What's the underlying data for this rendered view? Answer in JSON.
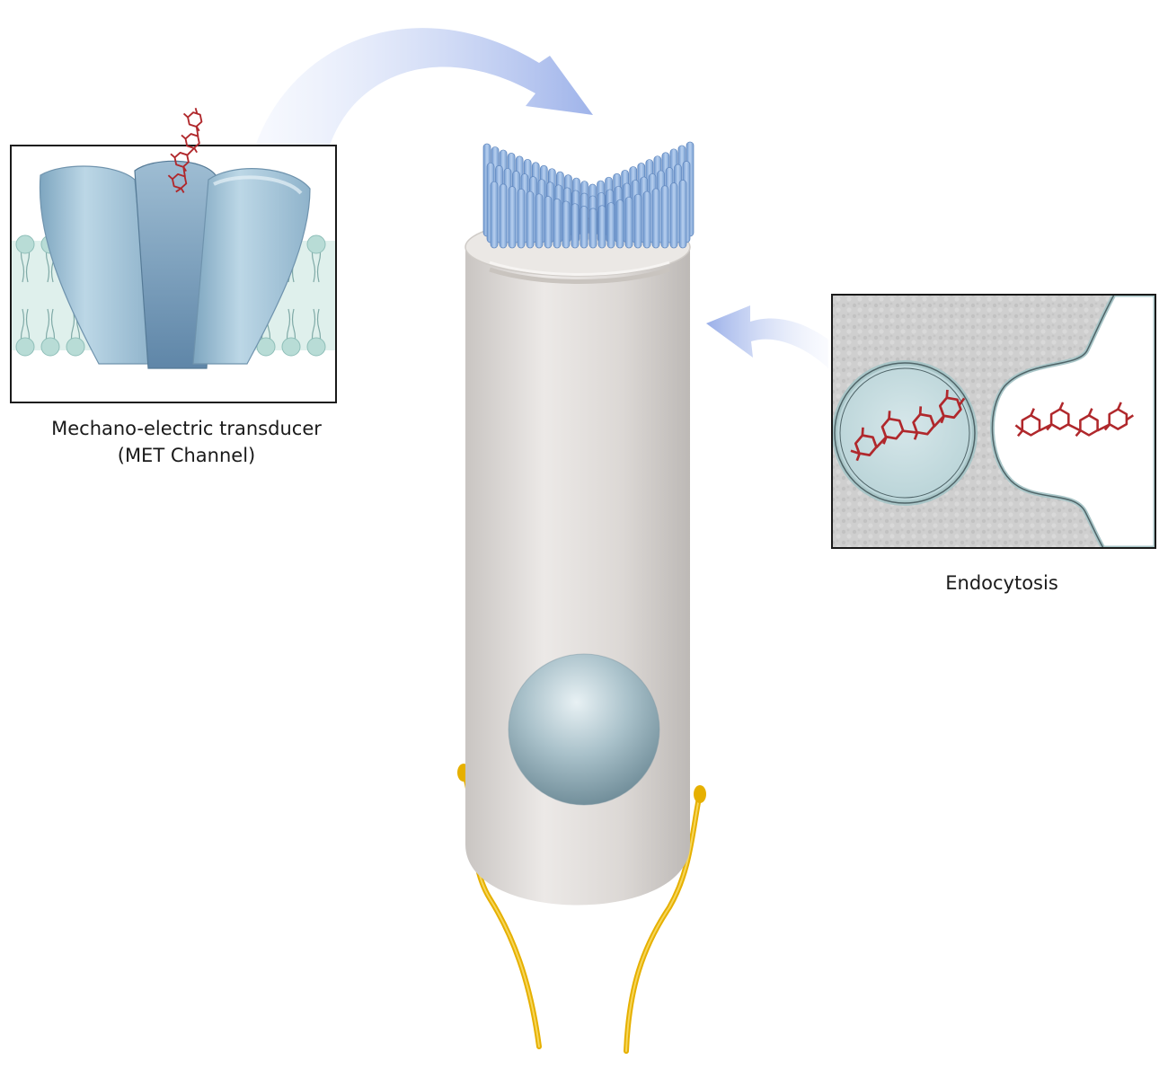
{
  "met_panel": {
    "caption_line1": "Mechano-electric transducer",
    "caption_line2": "(MET Channel)"
  },
  "endocytosis_panel": {
    "caption": "Endocytosis"
  },
  "colors": {
    "arrow": "#9fb4ea",
    "cell_body": "#dedbd8",
    "stereocilia": "#8fb3e0",
    "nucleus": "#9fb9c4",
    "nerve_fiber": "#e6b000",
    "molecule": "#b0282c",
    "channel": "#a6c8da",
    "lipid_head": "#b8dcd6",
    "panel_border": "#1a1a1a"
  }
}
